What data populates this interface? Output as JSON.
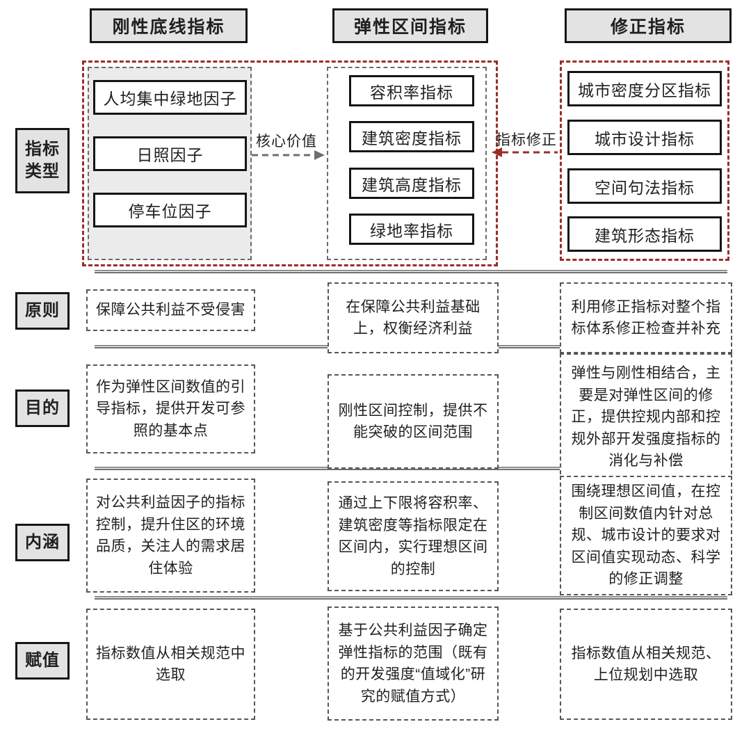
{
  "columns": [
    {
      "header": "刚性底线指标",
      "items": [
        "人均集中绿地因子",
        "日照因子",
        "停车位因子"
      ]
    },
    {
      "header": "弹性区间指标",
      "items": [
        "容积率指标",
        "建筑密度指标",
        "建筑高度指标",
        "绿地率指标"
      ]
    },
    {
      "header": "修正指标",
      "items": [
        "城市密度分区指标",
        "城市设计指标",
        "空间句法指标",
        "建筑形态指标"
      ]
    }
  ],
  "row_labels": {
    "type": "指标类型",
    "principle": "原则",
    "purpose": "目的",
    "connotation": "内涵",
    "assignment": "赋值"
  },
  "arrows": {
    "core_value": "核心价值",
    "correction": "指标修正"
  },
  "principle": {
    "rigid": "保障公共利益不受侵害",
    "elastic": "在保障公共利益基础上，权衡经济利益",
    "correction": "利用修正指标对整个指标体系修正检查并补充"
  },
  "purpose": {
    "rigid": "作为弹性区间数值的引导指标，提供开发可参照的基本点",
    "elastic": "刚性区间控制，提供不能突破的区间范围",
    "correction": "弹性与刚性相结合，主要是对弹性区间的修正，提供控规内部和控规外部开发强度指标的消化与补偿"
  },
  "connotation": {
    "rigid": "对公共利益因子的指标控制，提升住区的环境品质，关注人的需求居住体验",
    "elastic": "通过上下限将容积率、建筑密度等指标限定在区间内，实行理想区间的控制",
    "correction": "围绕理想区间值，在控制区间数值内针对总规、城市设计的要求对区间值实现动态、科学的修正调整"
  },
  "assignment": {
    "rigid": "指标数值从相关规范中选取",
    "elastic": "基于公共利益因子确定弹性指标的范围（既有的开发强度“值域化”研究的赋值方式）",
    "correction": "指标数值从相关规范、上位规划中选取"
  },
  "colors": {
    "accent_red": "#9b2d26",
    "arrow_gray": "#6e6e6e",
    "header_fill": "#e3e3e3",
    "panel_fill": "#ebebeb"
  }
}
